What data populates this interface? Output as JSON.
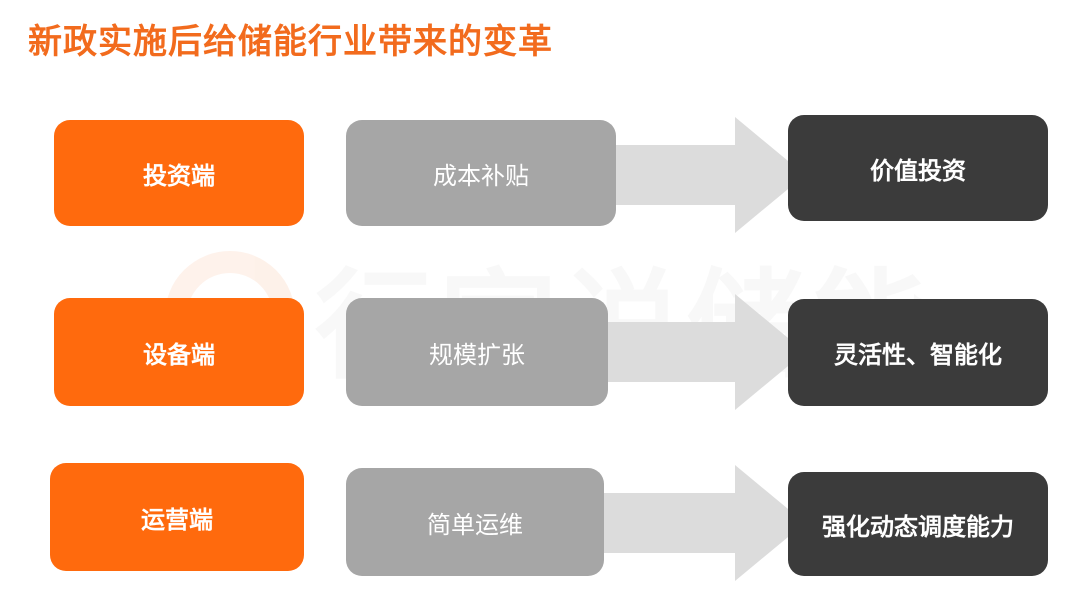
{
  "title": "新政实施后给储能行业带来的变革",
  "watermark": "行家说储能",
  "rows": [
    {
      "from": "投资端",
      "change": "成本补贴",
      "to": "价值投资"
    },
    {
      "from": "设备端",
      "change": "规模扩张",
      "to": "灵活性、智能化"
    },
    {
      "from": "运营端",
      "change": "简单运维",
      "to": "强化动态调度能力"
    }
  ],
  "colors": {
    "accent": "#ff6a0d",
    "title": "#f26b1d",
    "gray": "#a6a6a6",
    "dark": "#3b3b3b",
    "arrow": "#dcdcdc"
  }
}
